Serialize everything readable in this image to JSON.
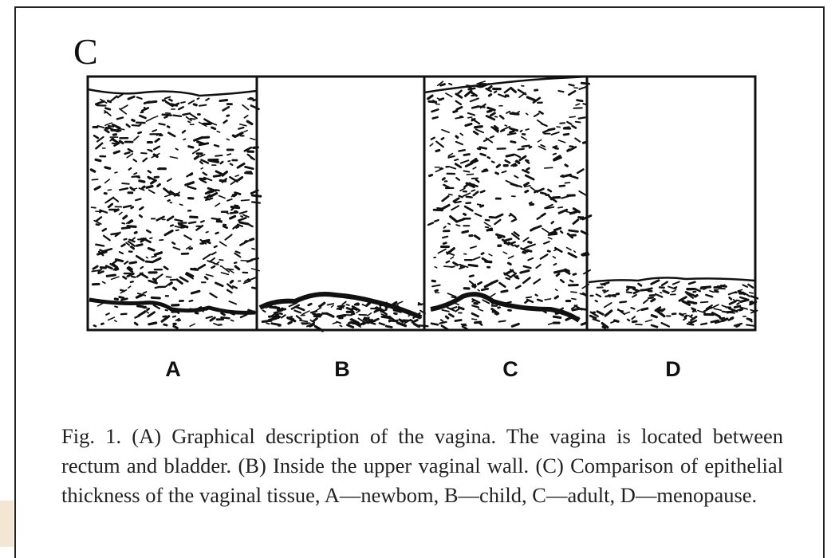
{
  "figure": {
    "panel_letter": "C",
    "labels": [
      "A",
      "B",
      "C",
      "D"
    ],
    "caption": "Fig. 1. (A) Graphical description of the vagina. The vagina is located between rectum and bladder. (B) Inside the upper vaginal wall. (C) Comparison of epithelial thickness of the vaginal tissue, A—newbom, B—child, C—adult, D—menopause."
  }
}
